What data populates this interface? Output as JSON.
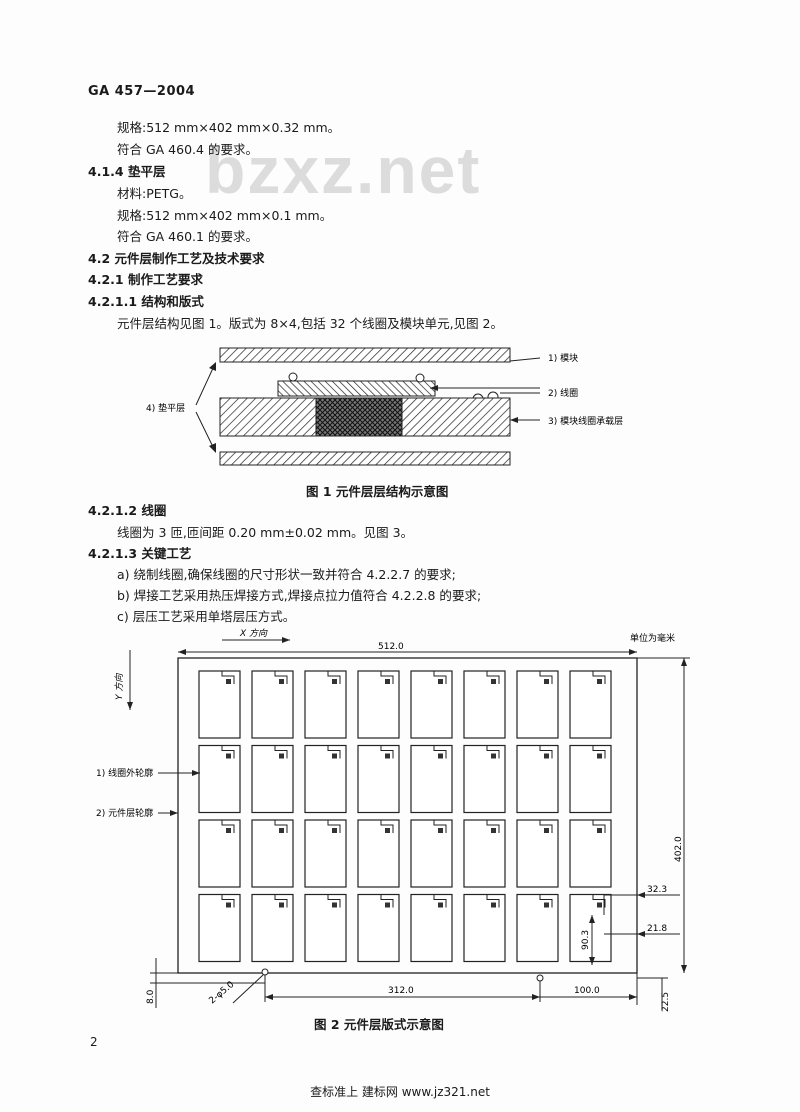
{
  "header": {
    "std_no": "GA 457—2004"
  },
  "watermark": "bzxz.net",
  "lines": [
    "规格:512 mm×402 mm×0.32 mm。",
    "符合 GA 460.4 的要求。",
    "4.1.4   垫平层",
    "材料:PETG。",
    "规格:512 mm×402 mm×0.1 mm。",
    "符合 GA 460.1 的要求。",
    "4.2   元件层制作工艺及技术要求",
    "4.2.1   制作工艺要求",
    "4.2.1.1   结构和版式",
    "元件层结构见图 1。版式为 8×4,包括 32 个线圈及模块单元,见图 2。"
  ],
  "fig1": {
    "labels": {
      "module": "1)  模块",
      "coil": "2)  线圈",
      "carrier": "3)  模块线圈承载层",
      "shim": "4)  垫平层"
    },
    "caption": "图 1   元件层层结构示意图"
  },
  "lines2": [
    "4.2.1.2   线圈",
    "线圈为 3 匝,匝间距 0.20 mm±0.02 mm。见图 3。",
    "4.2.1.3   关键工艺",
    "a)   绕制线圈,确保线圈的尺寸形状一致并符合 4.2.2.7 的要求;",
    "b)   焊接工艺采用热压焊接方式,焊接点拉力值符合 4.2.2.8 的要求;",
    "c)   层压工艺采用单塔层压方式。"
  ],
  "fig2": {
    "x_dir": "X 方向",
    "y_dir": "Y 方向",
    "unit": "单位为毫米",
    "label_coil_outline": "1)  线圈外轮廓",
    "label_layer_outline": "2)  元件层轮廓",
    "dims": {
      "width": "512.0",
      "height": "402.0",
      "d_32_3": "32.3",
      "d_21_8": "21.8",
      "d_90_3": "90.3",
      "d_312": "312.0",
      "d_100": "100.0",
      "d_8": "8.0",
      "d_22_5": "22.5",
      "holes": "2-φ5.0"
    },
    "grid": {
      "cols": 8,
      "rows": 4
    },
    "caption": "图 2   元件层版式示意图"
  },
  "page_number": "2",
  "footer": "查标准上  建标网  www.jz321.net"
}
